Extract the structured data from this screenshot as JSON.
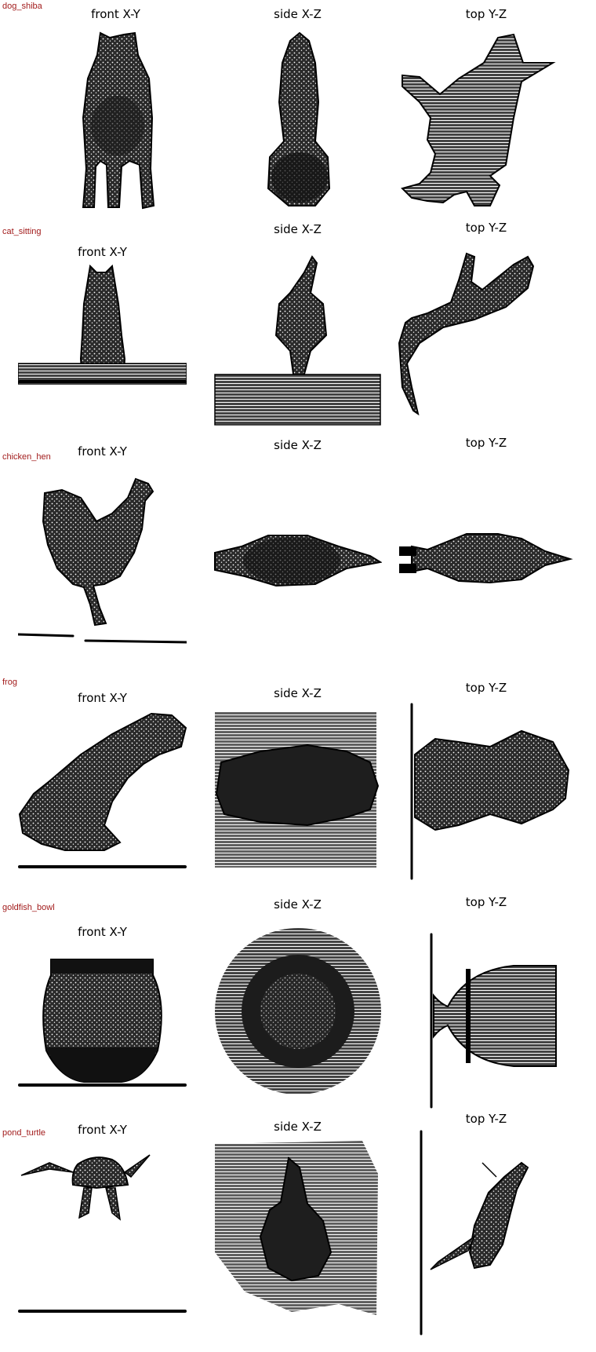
{
  "rows": [
    {
      "label": "dog_shiba",
      "views": [
        "front X-Y",
        "side X-Z",
        "top Y-Z"
      ]
    },
    {
      "label": "cat_sitting",
      "views": [
        "front X-Y",
        "side X-Z",
        "top Y-Z"
      ]
    },
    {
      "label": "chicken_hen",
      "views": [
        "front X-Y",
        "side X-Z",
        "top Y-Z"
      ]
    },
    {
      "label": "frog",
      "views": [
        "front X-Y",
        "side X-Z",
        "top Y-Z"
      ]
    },
    {
      "label": "goldfish_bowl",
      "views": [
        "front X-Y",
        "side X-Z",
        "top Y-Z"
      ]
    },
    {
      "label": "pond_turtle",
      "views": [
        "front X-Y",
        "side X-Z",
        "top Y-Z"
      ]
    }
  ]
}
